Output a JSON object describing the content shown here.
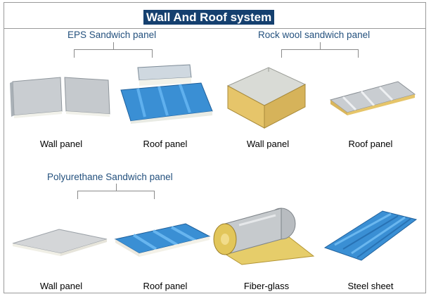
{
  "title": "Wall And Roof system",
  "groups": {
    "eps": {
      "title": "EPS Sandwich panel",
      "wall": "Wall panel",
      "roof": "Roof panel"
    },
    "rockwool": {
      "title": "Rock wool sandwich panel",
      "wall": "Wall panel",
      "roof": "Roof panel"
    },
    "pu": {
      "title": "Polyurethane Sandwich panel",
      "wall": "Wall panel",
      "roof": "Roof panel"
    }
  },
  "extras": {
    "fiberglass": "Fiber-glass",
    "steel": "Steel sheet"
  },
  "colors": {
    "title_bg": "#15406f",
    "group_title": "#24517e",
    "roof_blue": "#3a8fd4",
    "rockwool_yellow": "#e6c56a"
  }
}
